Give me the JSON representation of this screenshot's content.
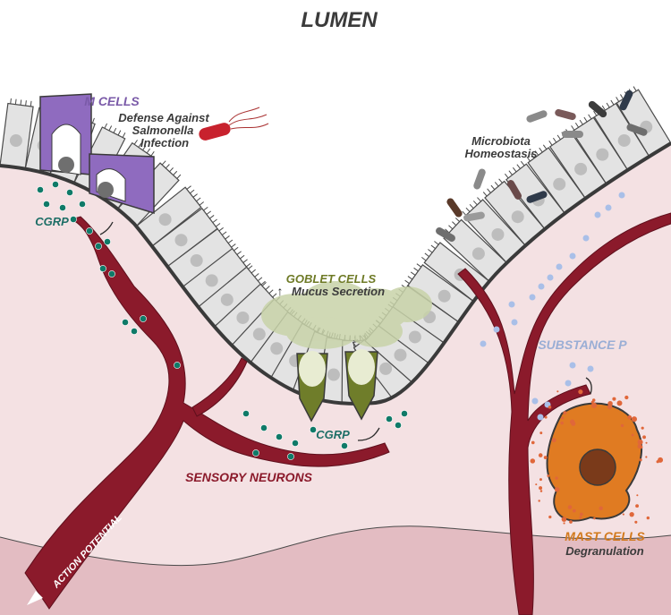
{
  "labels": {
    "lumen": "LUMEN",
    "m_cells": "M CELLS",
    "defense_1": "Defense Against",
    "defense_2": "Salmonella",
    "defense_3": "Infection",
    "microbiota_1": "Microbiota",
    "microbiota_2": "Homeostasis",
    "cgrp_left": "CGRP",
    "goblet_cells": "GOBLET CELLS",
    "mucus_arrow": "↑",
    "mucus_secretion": "Mucus Secretion",
    "substance_p": "SUBSTANCE P",
    "cgrp_bottom": "CGRP",
    "sensory_neurons": "SENSORY NEURONS",
    "action_potential": "ACTION POTENTIAL",
    "mast_cells": "MAST CELLS",
    "degranulation": "Degranulation"
  },
  "colors": {
    "neuron": "#8b1a2b",
    "tissue": "#f4e1e3",
    "tissue_deep": "#e3bcc2",
    "epithelium": "#e3e3e3",
    "m_cell": "#8f6bbf",
    "goblet": "#6f7d2a",
    "mucus": "#c8d3a9",
    "cgrp_dot": "#0f7a68",
    "substance_p_dot": "#a9bfe8",
    "mast_cell": "#e07b22",
    "mast_label": "#d27a1e",
    "cgrp_label": "#1d6e66",
    "goblet_label": "#6e7a26",
    "m_label": "#7a5aa8",
    "subp_label": "#9aaed5"
  }
}
